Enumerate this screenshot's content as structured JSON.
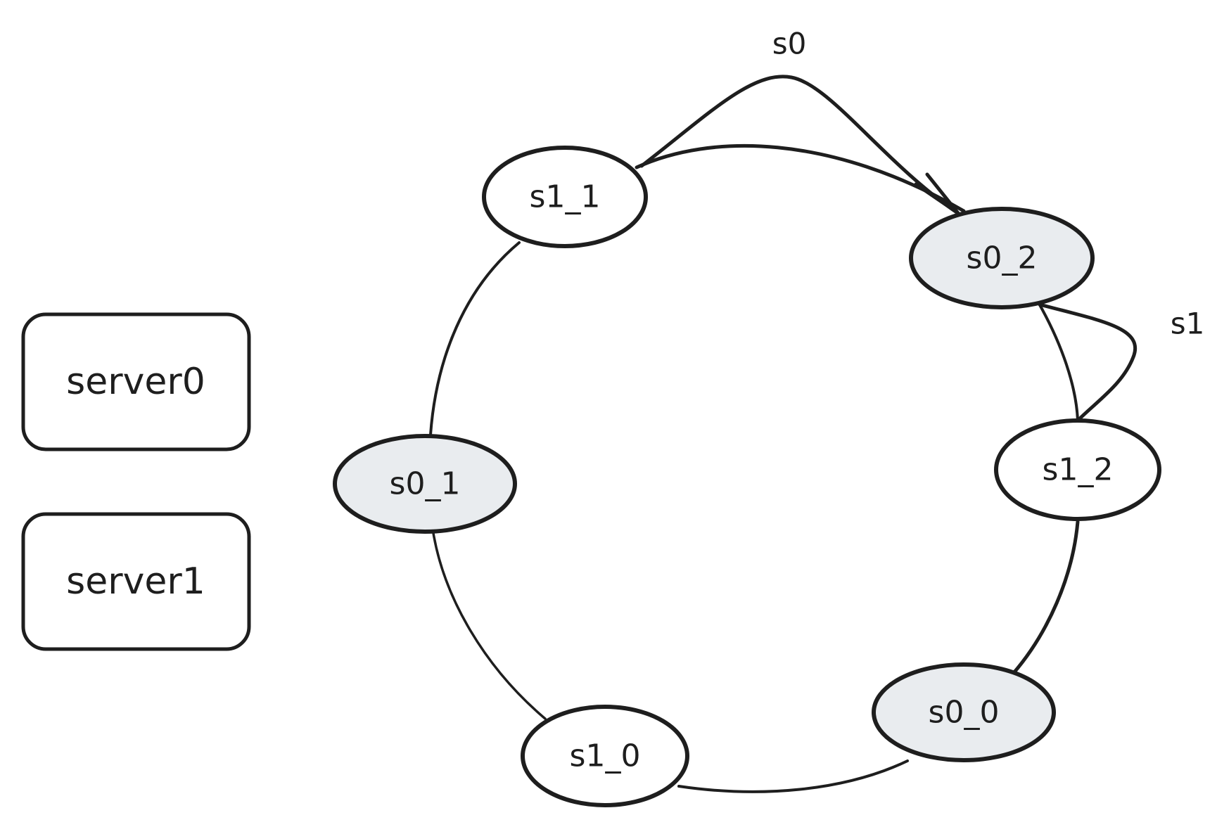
{
  "legend": {
    "server0": "server0",
    "server1": "server1"
  },
  "nodes": {
    "s1_1": "s1_1",
    "s0_2": "s0_2",
    "s1_2": "s1_2",
    "s0_1": "s0_1",
    "s1_0": "s1_0",
    "s0_0": "s0_0"
  },
  "edges": {
    "s0": "s0",
    "s1": "s1"
  },
  "colors": {
    "server0_node_fill": "#e9ecef",
    "server1_node_fill": "#ffffff",
    "stroke": "#1e1e1e"
  }
}
